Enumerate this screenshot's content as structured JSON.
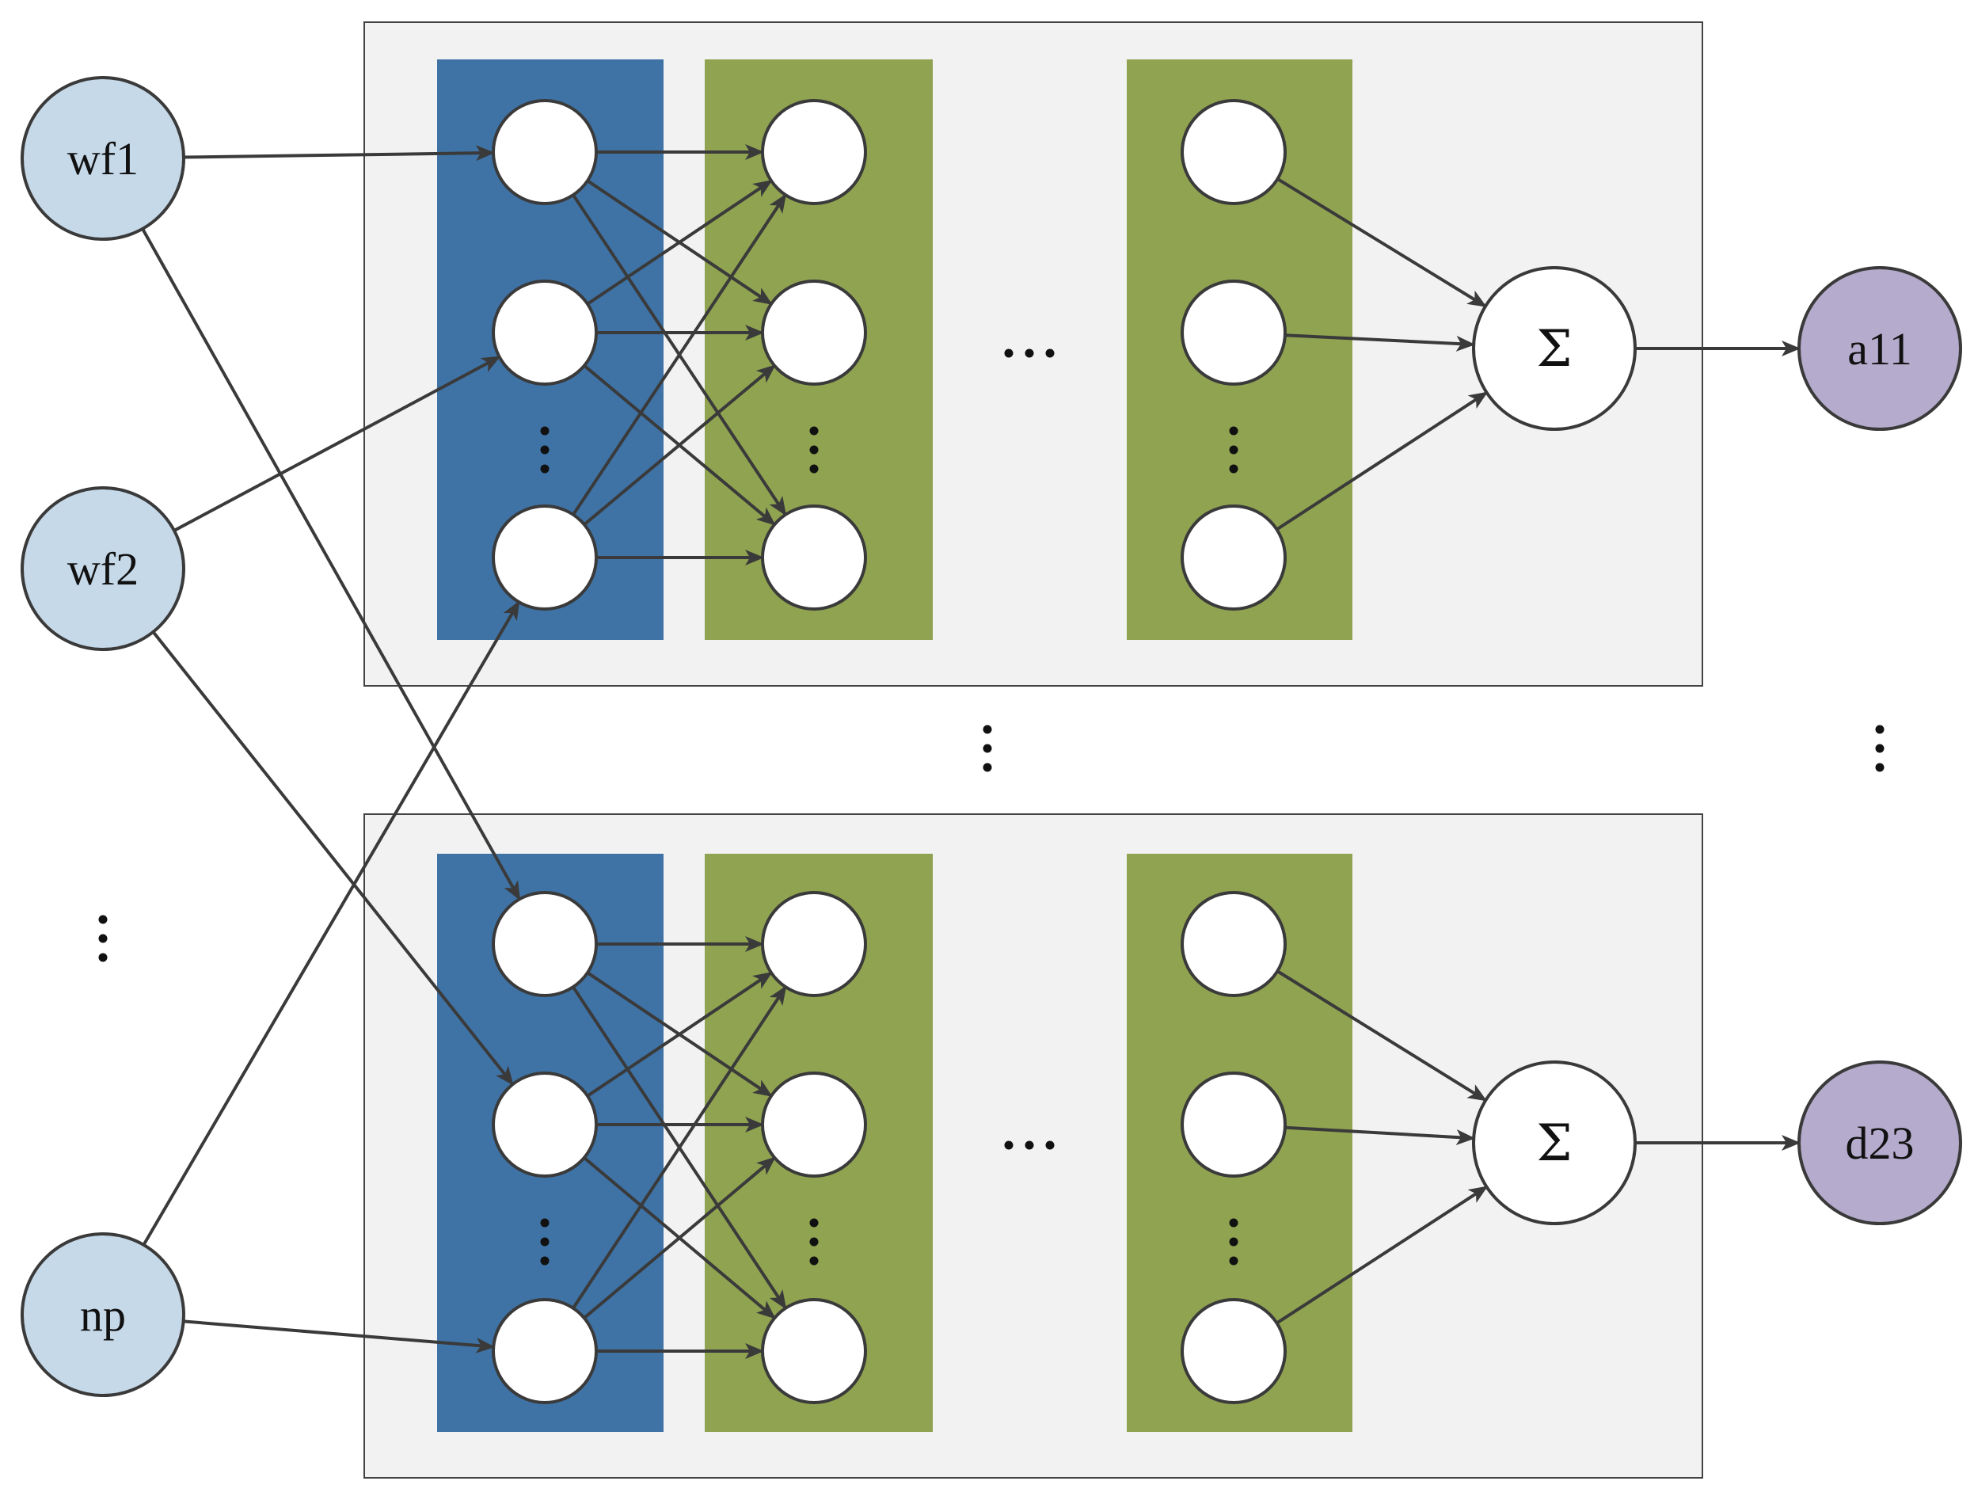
{
  "inputs": [
    {
      "label": "wf1"
    },
    {
      "label": "wf2"
    },
    {
      "label": "np"
    }
  ],
  "outputs": [
    {
      "label": "a11"
    },
    {
      "label": "d23"
    }
  ],
  "sum_symbol": "Σ",
  "ellipsis_h": "…",
  "colors": {
    "input_fill": "#c6d9e9",
    "output_fill": "#b5abcc",
    "hidden_layer_first": "#3f73a6",
    "hidden_layer_other": "#8fa351",
    "panel_fill": "#f2f2f2",
    "panel_border": "#444444",
    "edge": "#3a3a3a",
    "node_fill": "#ffffff"
  },
  "icons": [
    "arrow-head",
    "vertical-ellipsis",
    "horizontal-ellipsis",
    "summation-node"
  ]
}
